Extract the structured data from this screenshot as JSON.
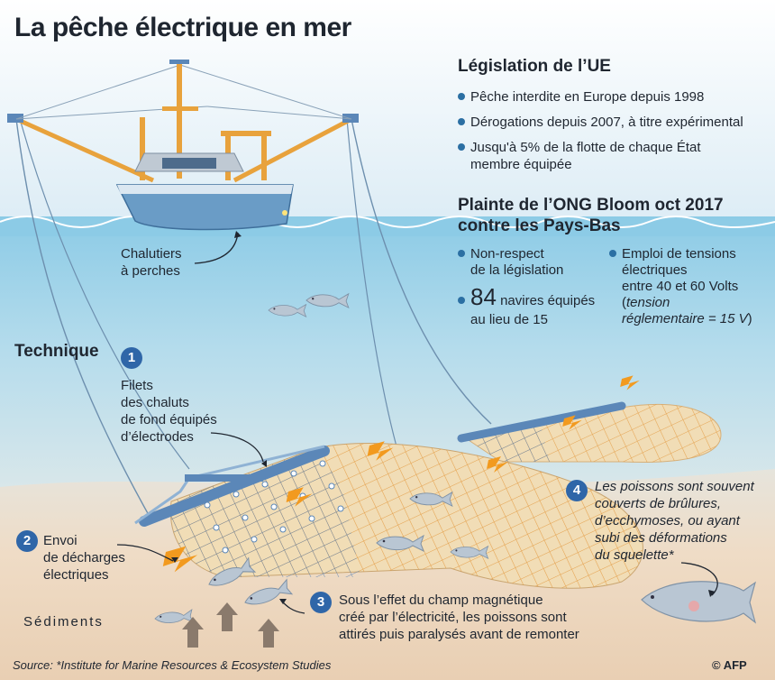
{
  "title": "La pêche électrique en mer",
  "legislation": {
    "heading": "Législation de l’UE",
    "items": [
      "Pêche interdite en Europe depuis 1998",
      "Dérogations depuis 2007, à titre expérimental",
      "Jusqu'à 5% de la flotte de chaque État",
      "membre équipée"
    ]
  },
  "complaint": {
    "heading_line1": "Plainte de l’ONG Bloom oct 2017",
    "heading_line2": "contre les Pays-Bas",
    "item1_line1": "Non-respect",
    "item1_line2": "de la législation",
    "item2_number": "84",
    "item2_line1_rest": "navires équipés",
    "item2_line2": "au lieu de 15",
    "item3_line1": "Emploi de tensions",
    "item3_line2": "électriques",
    "item3_line3": "entre 40 et 60 Volts",
    "item3_note_line1": "tension",
    "item3_note_line2": "réglementaire = 15 V",
    "paren_open": "(",
    "paren_close": ")"
  },
  "labels": {
    "boat_line1": "Chalutiers",
    "boat_line2": "à perches",
    "technique": "Technique",
    "step1_num": "1",
    "step1_lines": [
      "Filets",
      "des chaluts",
      "de fond équipés",
      "d’électrodes"
    ],
    "step2_num": "2",
    "step2_lines": [
      "Envoi",
      "de décharges",
      "électriques"
    ],
    "step3_num": "3",
    "step3_lines": [
      "Sous l’effet du champ magnétique",
      "créé par l’électricité, les poissons sont",
      "attirés puis paralysés avant de remonter"
    ],
    "step4_num": "4",
    "step4_lines": [
      "Les poissons sont souvent",
      "couverts de brûlures,",
      "d’ecchymoses, ou ayant",
      "subi des déformations",
      "du squelette*"
    ],
    "sediments": "Sédiments",
    "source": "Source: *Institute for Marine Resources & Ecosystem Studies",
    "credit": "© AFP"
  },
  "colors": {
    "sky": "#e9f2f8",
    "sea_top": "#8ccbe6",
    "sea_bottom": "#cfe6ee",
    "seabed": "#ecd9c3",
    "net": "#e8a23c",
    "net_fill": "#f1d9b0",
    "lightning": "#f29a1f",
    "boat_hull": "#6a9cc6",
    "mast": "#e8a23c",
    "bullet": "#2b6fa3",
    "badge": "#2f66a8"
  },
  "icons": [
    "trawler-boat-icon",
    "fish-icon",
    "lightning-icon",
    "up-arrow-icon",
    "electrode-net-icon"
  ]
}
